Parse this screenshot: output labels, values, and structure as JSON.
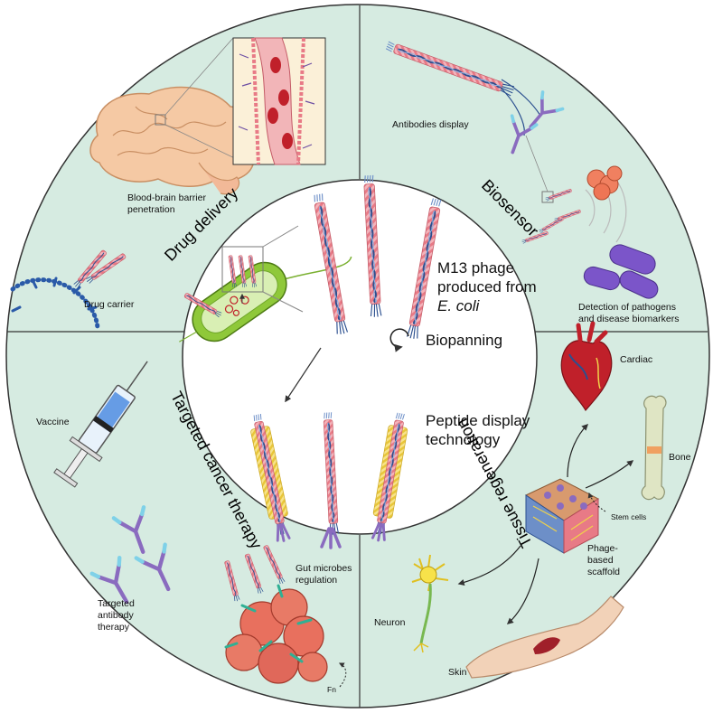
{
  "colors": {
    "outer_ring": "#d6ebe1",
    "inner_circle": "#ffffff",
    "divider": "#333333",
    "phage_coat": "#e87a86",
    "phage_dna": "#2b4f8f",
    "display_peptide": "#f0d24a",
    "antibody": "#8a6bbf",
    "bacterium": "#8fc83a",
    "blood": "#c0202a"
  },
  "center": {
    "phage_label": [
      "M13 phage",
      "produced from",
      "E. coli"
    ],
    "biopanning_label": "Biopanning",
    "peptide_label": [
      "Peptide display",
      "technology"
    ]
  },
  "sectors": {
    "drug_delivery": "Drug delivery",
    "biosensor": "Biosensor",
    "tissue_regeneration": "Tissue regeneration",
    "targeted_cancer_therapy": "Targeted cancer therapy"
  },
  "labels": {
    "bbb": [
      "Blood-brain barrier",
      "penetration"
    ],
    "drug_carrier": "Drug carrier",
    "antibodies_display": "Antibodies display",
    "detection": [
      "Detection of pathogens",
      "and disease biomarkers"
    ],
    "cardiac": "Cardiac",
    "bone": "Bone",
    "stem_cells": "Stem cells",
    "scaffold": [
      "Phage-",
      "based",
      "scaffold"
    ],
    "neuron": "Neuron",
    "skin": "Skin",
    "vaccine": "Vaccine",
    "antibody_therapy": [
      "Targeted",
      "antibody",
      "therapy"
    ],
    "gut": [
      "Gut microbes",
      "regulation"
    ],
    "fn": "Fn"
  },
  "icons": [
    "brain-icon",
    "blood-vessel-icon",
    "bacterium-icon",
    "phage-icon",
    "antibody-icon",
    "heart-icon",
    "bone-icon",
    "neuron-icon",
    "skin-icon",
    "syringe-icon",
    "tumor-icon",
    "cycle-arrow-icon"
  ]
}
